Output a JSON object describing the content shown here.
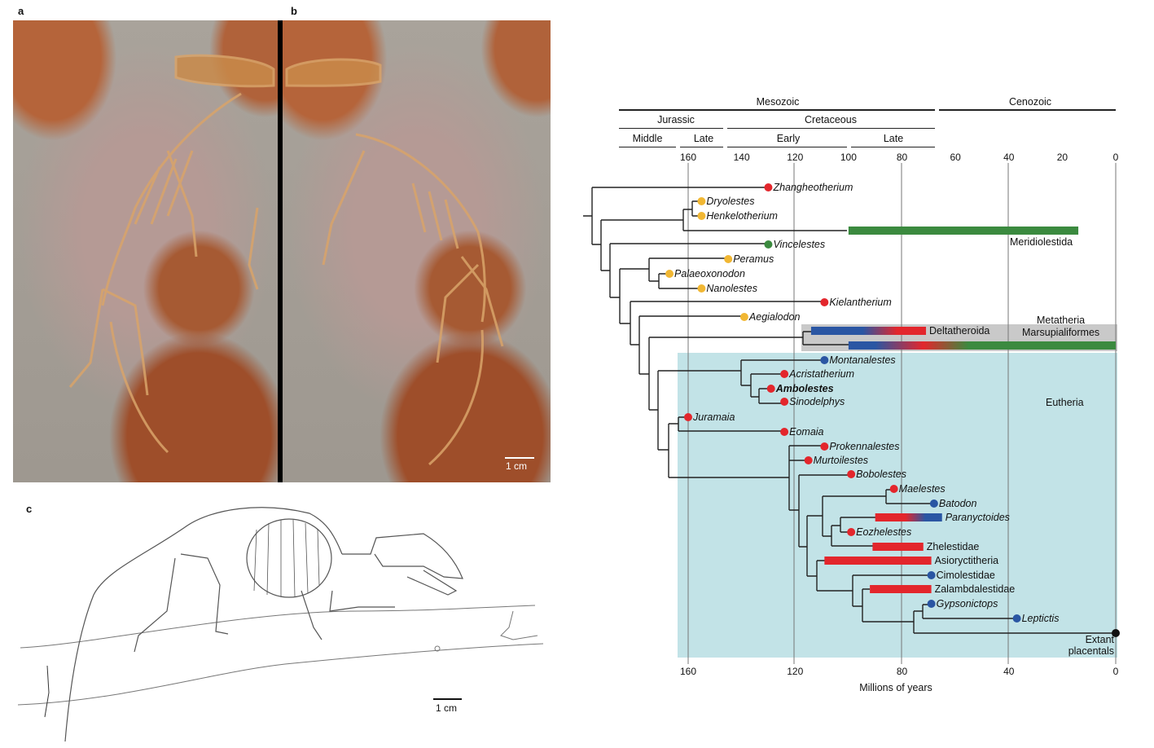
{
  "panels": {
    "a": {
      "label": "a",
      "scale": "1 cm"
    },
    "b": {
      "label": "b",
      "scale": "1 cm"
    },
    "c": {
      "label": "c",
      "scale": "1 cm"
    }
  },
  "timescale": {
    "eras": [
      "Mesozoic",
      "Cenozoic"
    ],
    "periods": [
      "Jurassic",
      "Cretaceous"
    ],
    "epochs": [
      "Middle",
      "Late",
      "Early",
      "Late"
    ],
    "top_ticks": [
      "160",
      "140",
      "120",
      "100",
      "80",
      "60",
      "40",
      "20",
      "0"
    ],
    "bottom_ticks": [
      "160",
      "120",
      "80",
      "40",
      "0"
    ],
    "axis_label": "Millions of years",
    "range_ma": [
      160,
      0
    ]
  },
  "colors": {
    "red": "#e3262c",
    "yellow": "#f1b733",
    "green": "#3b8a3f",
    "blue": "#2a56a3",
    "black": "#111111",
    "eutheria_bg": "#c2e3e7",
    "metatheria_bg": "#c9c9c9"
  },
  "clades": {
    "metatheria": "Metatheria",
    "marsupialiformes": "Marsupialiformes",
    "eutheria": "Eutheria",
    "meridiolestida": "Meridiolestida",
    "extant_line1": "Extant",
    "extant_line2": "placentals"
  },
  "tips": [
    {
      "name": "Zhangheotherium",
      "age": 130,
      "color": "red"
    },
    {
      "name": "Dryolestes",
      "age": 155,
      "color": "yellow"
    },
    {
      "name": "Henkelotherium",
      "age": 155,
      "color": "yellow"
    },
    {
      "name": "Vincelestes",
      "age": 130,
      "color": "green"
    },
    {
      "name": "Peramus",
      "age": 145,
      "color": "yellow"
    },
    {
      "name": "Palaeoxonodon",
      "age": 167,
      "color": "yellow"
    },
    {
      "name": "Nanolestes",
      "age": 155,
      "color": "yellow"
    },
    {
      "name": "Kielantherium",
      "age": 109,
      "color": "red"
    },
    {
      "name": "Aegialodon",
      "age": 139,
      "color": "yellow"
    },
    {
      "name": "Montanalestes",
      "age": 109,
      "color": "blue"
    },
    {
      "name": "Acristatherium",
      "age": 124,
      "color": "red"
    },
    {
      "name": "Ambolestes",
      "age": 129,
      "color": "red",
      "bold": true
    },
    {
      "name": "Sinodelphys",
      "age": 124,
      "color": "red"
    },
    {
      "name": "Juramaia",
      "age": 160,
      "color": "red"
    },
    {
      "name": "Eomaia",
      "age": 124,
      "color": "red"
    },
    {
      "name": "Prokennalestes",
      "age": 109,
      "color": "red"
    },
    {
      "name": "Murtoilestes",
      "age": 115,
      "color": "red"
    },
    {
      "name": "Bobolestes",
      "age": 99,
      "color": "red"
    },
    {
      "name": "Maelestes",
      "age": 83,
      "color": "red"
    },
    {
      "name": "Batodon",
      "age": 68,
      "color": "blue"
    },
    {
      "name": "Eozhelestes",
      "age": 99,
      "color": "red"
    },
    {
      "name": "Cimolestidae",
      "age": 69,
      "color": "blue",
      "upright": true
    },
    {
      "name": "Gypsonictops",
      "age": 69,
      "color": "blue"
    },
    {
      "name": "Leptictis",
      "age": 37,
      "color": "blue"
    },
    {
      "name": "",
      "age": 0,
      "color": "black"
    }
  ],
  "bars": [
    {
      "name": "",
      "from": 100,
      "to": 14,
      "colors": [
        "green",
        "green"
      ]
    },
    {
      "name": "Deltatheroida",
      "from": 114,
      "to": 71,
      "colors": [
        "blue",
        "red"
      ]
    },
    {
      "name": "",
      "from": 100,
      "to": 0,
      "colors": [
        "blue",
        "red",
        "green"
      ]
    },
    {
      "name": "Paranyctoides",
      "from": 90,
      "to": 65,
      "colors": [
        "red",
        "blue"
      ],
      "italic": true
    },
    {
      "name": "Zhelestidae",
      "from": 91,
      "to": 72,
      "colors": [
        "red",
        "red"
      ]
    },
    {
      "name": "Asioryctitheria",
      "from": 109,
      "to": 69,
      "colors": [
        "red",
        "red"
      ]
    },
    {
      "name": "Zalambdalestidae",
      "from": 92,
      "to": 69,
      "colors": [
        "red",
        "red"
      ]
    }
  ]
}
